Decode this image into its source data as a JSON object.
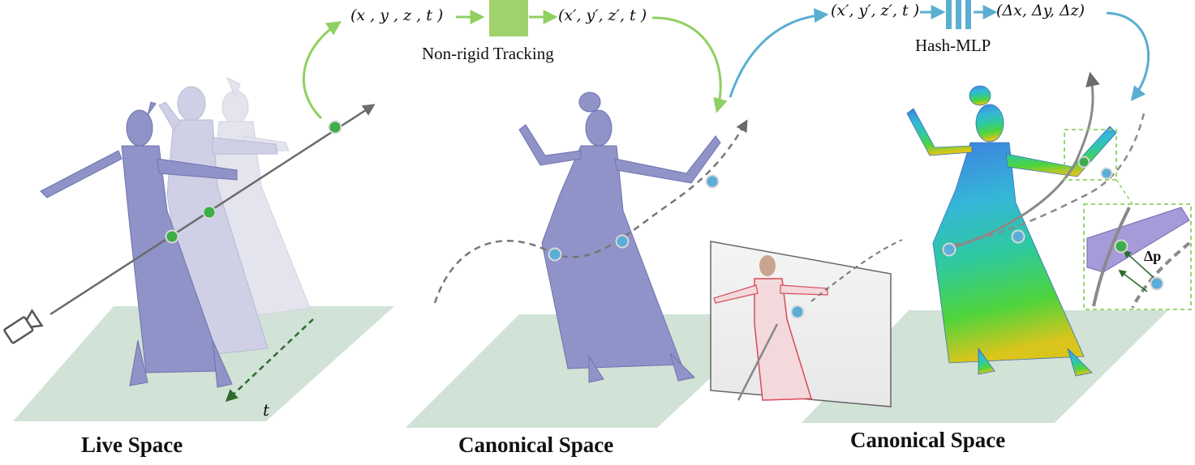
{
  "panels": {
    "live": {
      "title": "Live Space",
      "time_label": "t"
    },
    "canonical_mid": {
      "title": "Canonical Space"
    },
    "canonical_right": {
      "title": "Canonical Space",
      "delta_label": "Δp"
    }
  },
  "pipeline": {
    "tracking": {
      "input": "(x , y , z , t )",
      "output": "(x′, y′, z′, t )",
      "caption": "Non-rigid Tracking"
    },
    "mlp": {
      "input": "(x′, y′, z′, t )",
      "output": "(Δx, Δy, Δz)",
      "caption": "Hash-MLP"
    }
  },
  "colors": {
    "green_accent": "#8ed061",
    "blue_accent": "#5aaed0",
    "mesh": "#8f93c8",
    "floor": "#c9ddcf",
    "ray": "#6b6b6b",
    "point_green": "#3cae4a",
    "point_blue": "#5aaed8"
  }
}
